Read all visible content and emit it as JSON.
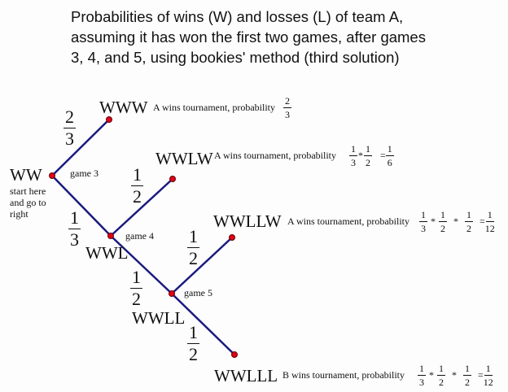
{
  "title": [
    "Probabilities of wins (W) and losses (L) of team A,",
    "assuming it has won the first two games, after games",
    "3, 4, and 5, using bookies' method (third solution)"
  ],
  "nodes": {
    "ww": "WW",
    "www": "WWW",
    "wwlw": "WWLW",
    "wwl": "WWL",
    "wwllw": "WWLLW",
    "wwll": "WWLL",
    "wwlll": "WWLLL"
  },
  "start_note": [
    "start here",
    "and go to",
    "right"
  ],
  "games": {
    "g3": "game 3",
    "g4": "game 4",
    "g5": "game 5"
  },
  "branches": {
    "b1": [
      "2",
      "3"
    ],
    "b2": [
      "1",
      "3"
    ],
    "b3": [
      "1",
      "2"
    ],
    "b4": [
      "1",
      "2"
    ],
    "b5": [
      "1",
      "2"
    ],
    "b6": [
      "1",
      "2"
    ]
  },
  "outcomes": {
    "www": {
      "text": "A wins tournament, probability",
      "f": [
        "2",
        "3"
      ]
    },
    "wwlw": {
      "text": "A wins tournament, probability",
      "f1": [
        "1",
        "3"
      ],
      "op": "*",
      "f2": [
        "1",
        "2"
      ],
      "eq": "=",
      "r": [
        "1",
        "6"
      ]
    },
    "wwllw": {
      "text": "A wins tournament, probability",
      "f1": [
        "1",
        "3"
      ],
      "op1": "*",
      "f2": [
        "1",
        "2"
      ],
      "op2": "*",
      "f3": [
        "1",
        "2"
      ],
      "eq": "=",
      "r": [
        "1",
        "12"
      ]
    },
    "wwlll": {
      "text": "B wins tournament, probability",
      "f1": [
        "1",
        "3"
      ],
      "op1": "*",
      "f2": [
        "1",
        "2"
      ],
      "op2": "*",
      "f3": [
        "1",
        "2"
      ],
      "eq": "=",
      "r": [
        "1",
        "12"
      ]
    }
  },
  "colors": {
    "line": "#1a1a80",
    "node": "#e0001a"
  }
}
